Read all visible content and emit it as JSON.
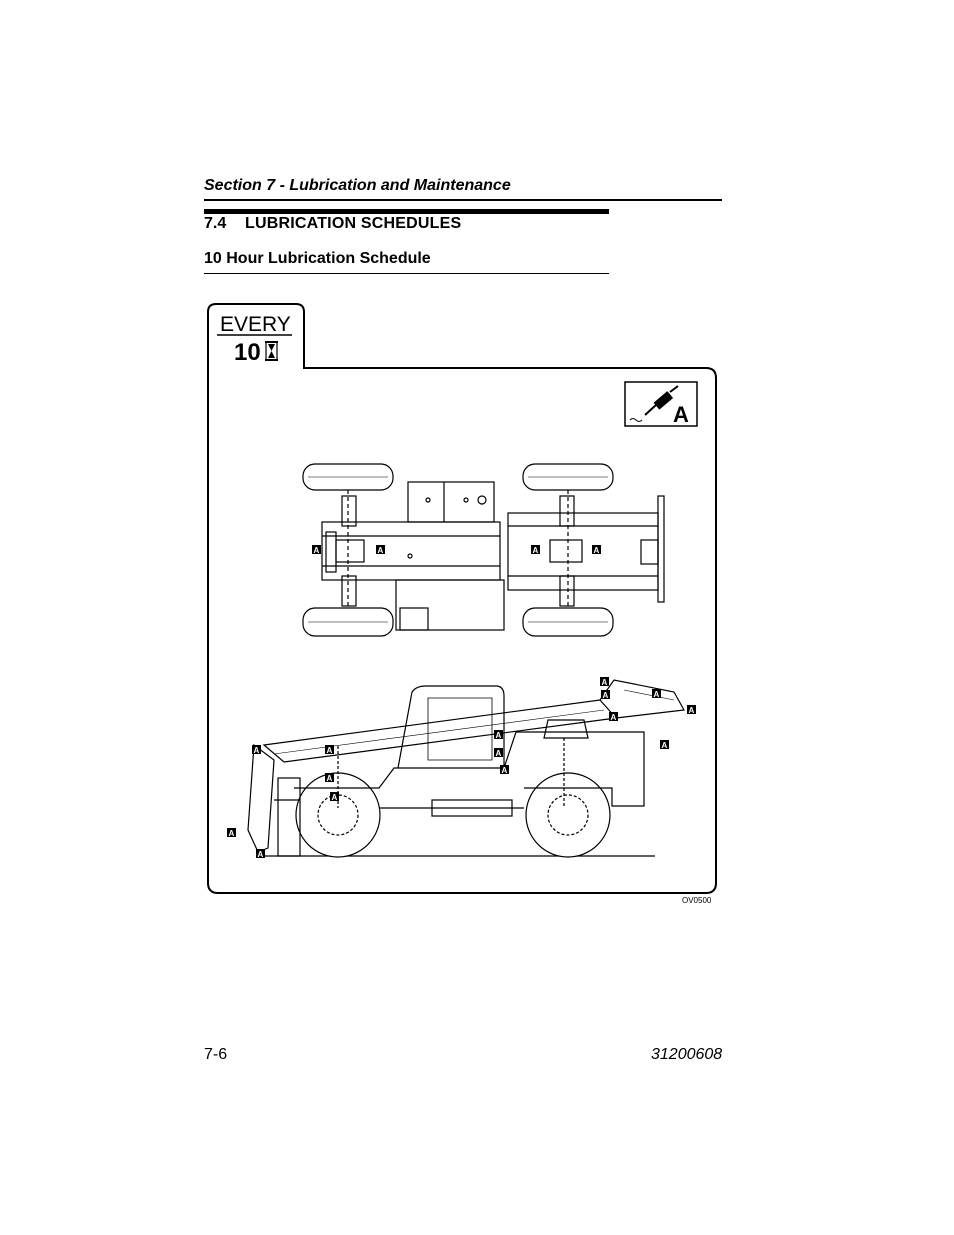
{
  "header": {
    "section_title": "Section 7 - Lubrication and Maintenance"
  },
  "heading": {
    "number": "7.4",
    "title": "LUBRICATION SCHEDULES"
  },
  "subheading": "10 Hour Lubrication Schedule",
  "interval_badge": {
    "every_label": "EVERY",
    "hours_value": "10",
    "icon": "hourglass-icon"
  },
  "lube_symbol": {
    "letter": "A",
    "icon": "grease-gun-icon"
  },
  "lube_point_marker": "A",
  "figure_code": "OV0500",
  "footer": {
    "page_number": "7-6",
    "document_number": "31200608"
  }
}
